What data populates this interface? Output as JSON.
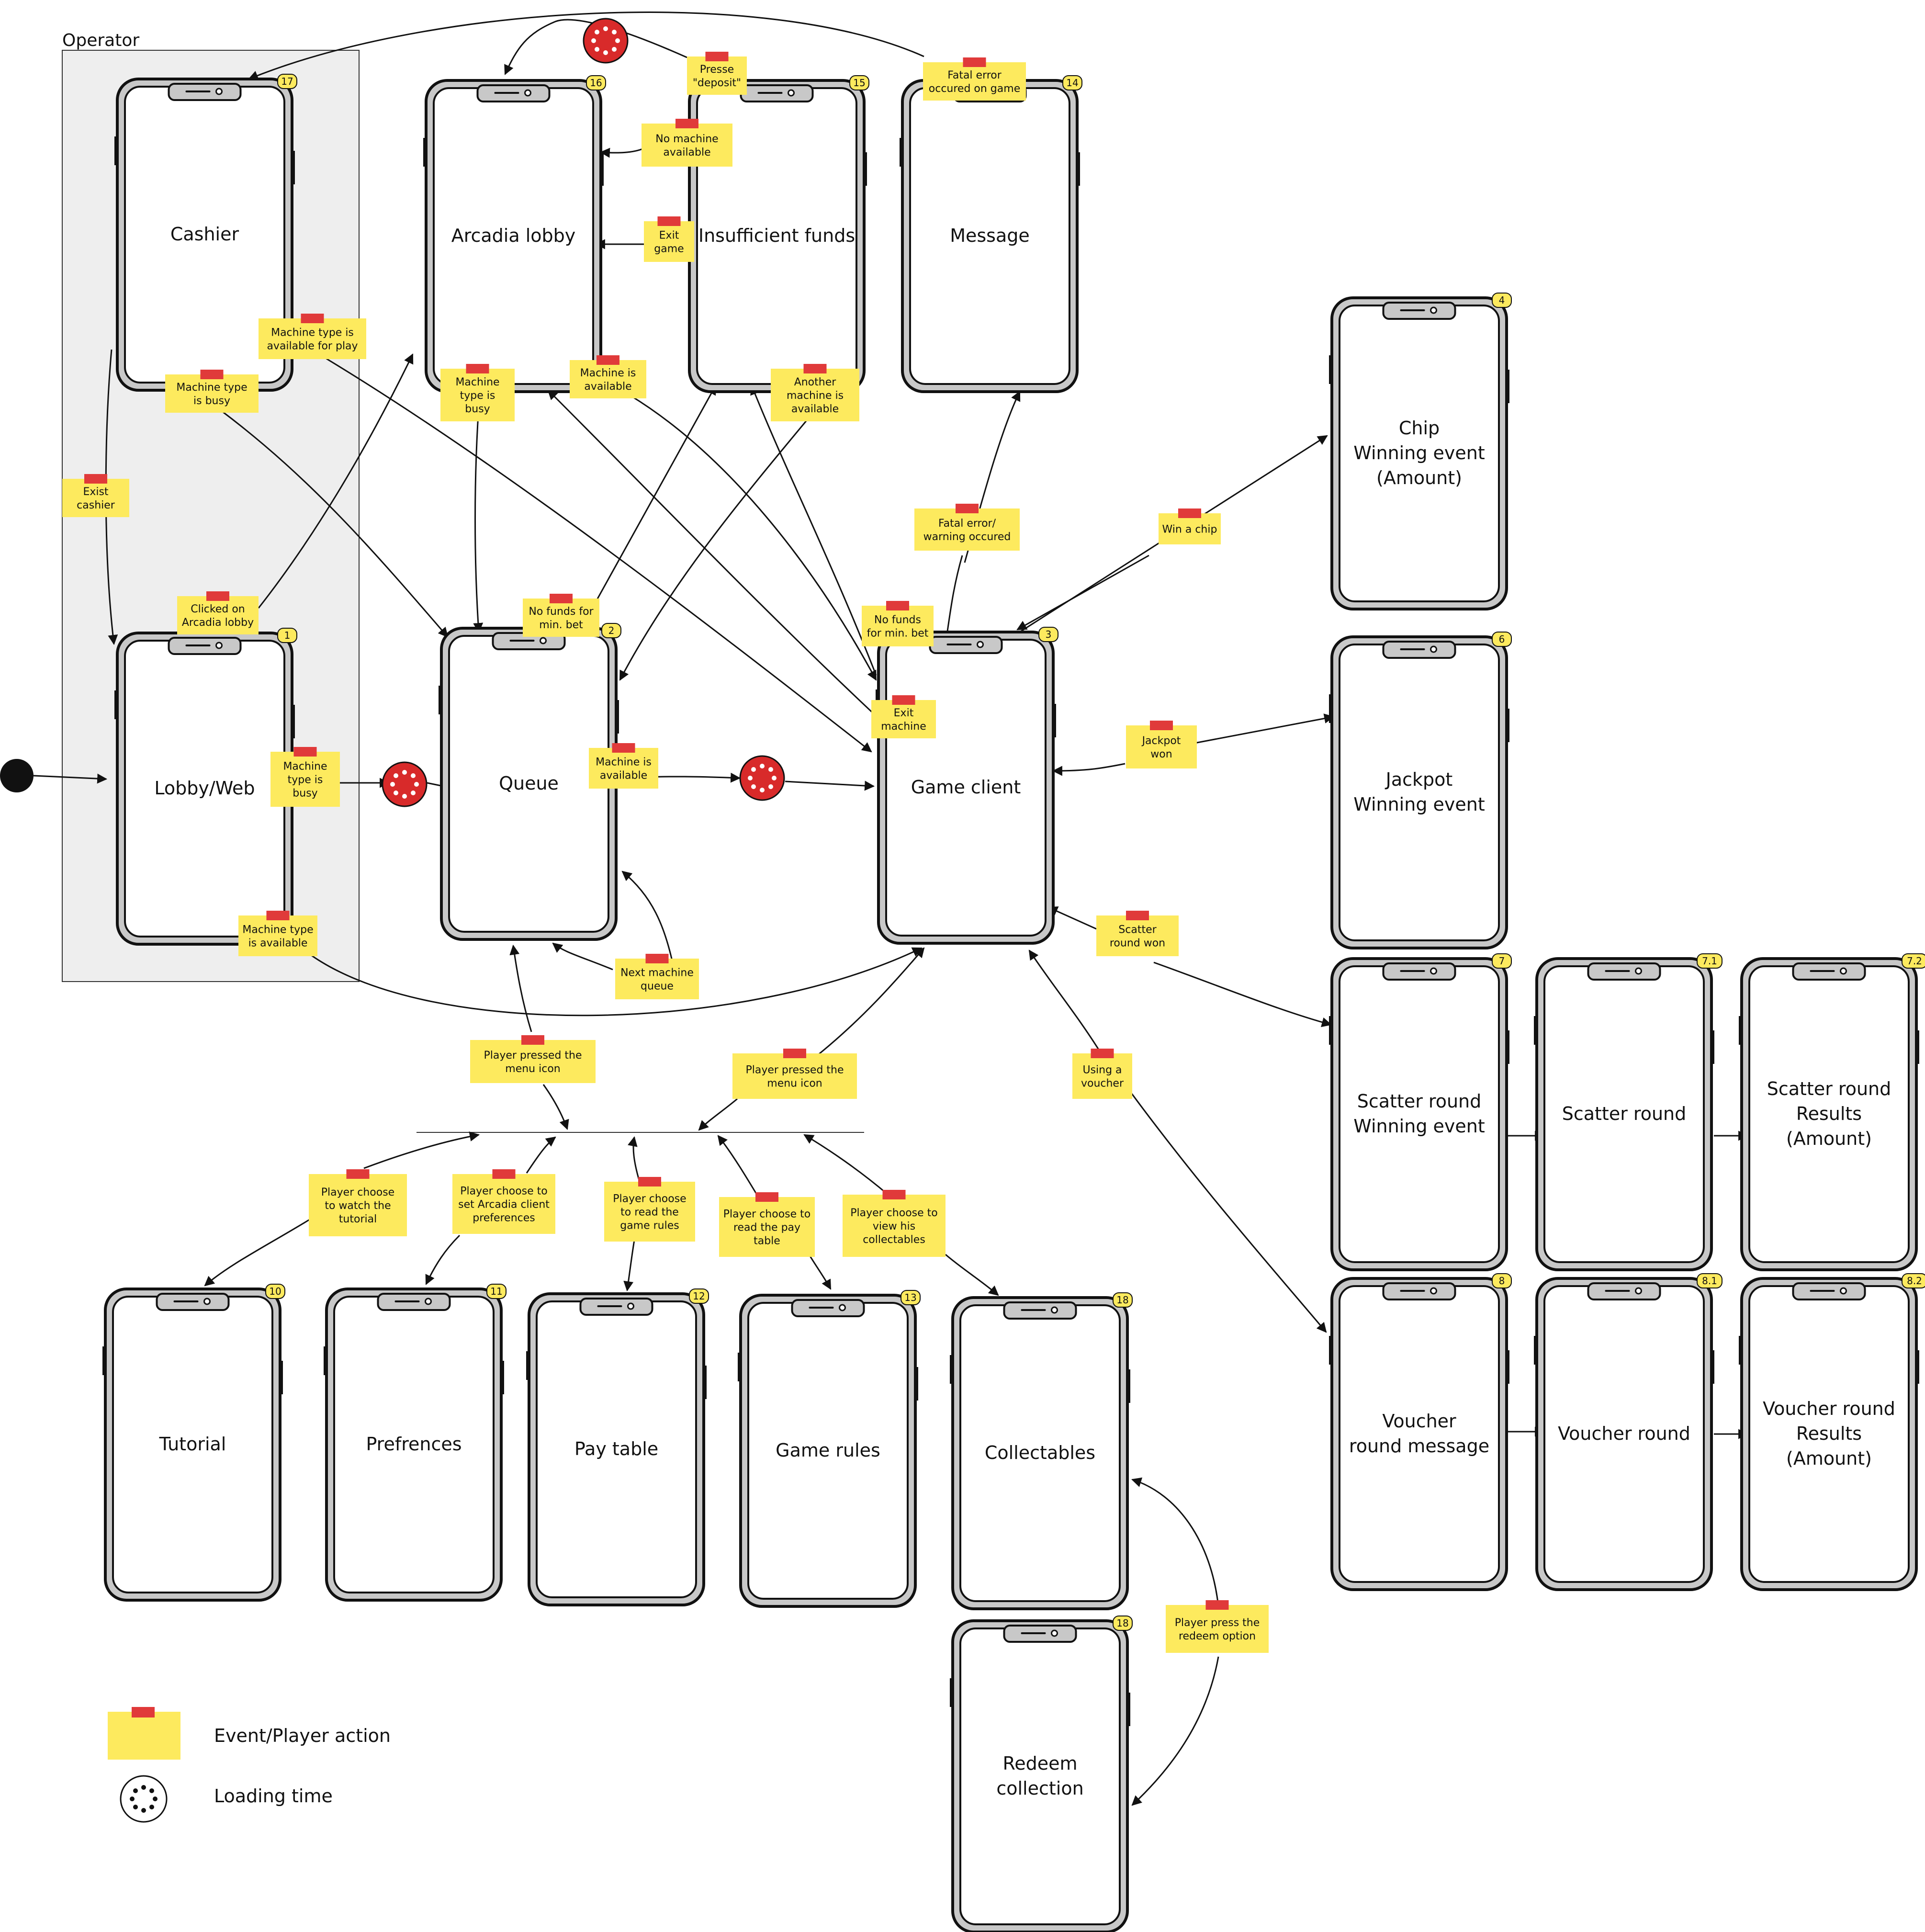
{
  "operator_label": "Operator",
  "colors": {
    "note": "#fdea5e",
    "tape": "#e03a3a",
    "loader": "#d82a2a",
    "phone_body": "#c8c8c8",
    "panel": "#eeeeee"
  },
  "phones": [
    {
      "id": "cashier",
      "badge": "17",
      "lines": [
        "Cashier"
      ]
    },
    {
      "id": "arcadia-lobby",
      "badge": "16",
      "lines": [
        "Arcadia lobby"
      ]
    },
    {
      "id": "insufficient-funds",
      "badge": "15",
      "lines": [
        "Insufficient funds"
      ]
    },
    {
      "id": "message",
      "badge": "14",
      "lines": [
        "Message"
      ]
    },
    {
      "id": "chip-winning",
      "badge": "4",
      "lines": [
        "Chip",
        "Winning event",
        "(Amount)"
      ]
    },
    {
      "id": "lobby-web",
      "badge": "1",
      "lines": [
        "Lobby/Web"
      ]
    },
    {
      "id": "queue",
      "badge": "2",
      "lines": [
        "Queue"
      ]
    },
    {
      "id": "game-client",
      "badge": "3",
      "lines": [
        "Game client"
      ]
    },
    {
      "id": "jackpot-winning",
      "badge": "6",
      "lines": [
        "Jackpot",
        "Winning event"
      ]
    },
    {
      "id": "scatter-winning",
      "badge": "7",
      "lines": [
        "Scatter round",
        "Winning event"
      ]
    },
    {
      "id": "scatter-round",
      "badge": "7.1",
      "lines": [
        "Scatter round"
      ]
    },
    {
      "id": "scatter-results",
      "badge": "7.2",
      "lines": [
        "Scatter round",
        "Results",
        "(Amount)"
      ]
    },
    {
      "id": "voucher-message",
      "badge": "8",
      "lines": [
        "Voucher",
        "round message"
      ]
    },
    {
      "id": "voucher-round",
      "badge": "8.1",
      "lines": [
        "Voucher round"
      ]
    },
    {
      "id": "voucher-results",
      "badge": "8.2",
      "lines": [
        "Voucher round",
        "Results",
        "(Amount)"
      ]
    },
    {
      "id": "tutorial",
      "badge": "10",
      "lines": [
        "Tutorial"
      ]
    },
    {
      "id": "preferences",
      "badge": "11",
      "lines": [
        "Prefrences"
      ]
    },
    {
      "id": "pay-table",
      "badge": "12",
      "lines": [
        "Pay table"
      ]
    },
    {
      "id": "game-rules",
      "badge": "13",
      "lines": [
        "Game rules"
      ]
    },
    {
      "id": "collectables",
      "badge": "18",
      "lines": [
        "Collectables"
      ]
    },
    {
      "id": "redeem-collection",
      "badge": "18",
      "lines": [
        "Redeem",
        "collection"
      ]
    }
  ],
  "notes": [
    {
      "id": "exist-cashier",
      "lines": [
        "Exist",
        "cashier"
      ]
    },
    {
      "id": "machine-type-busy-cashier",
      "lines": [
        "Machine type",
        "is busy"
      ]
    },
    {
      "id": "machine-type-available-cashier",
      "lines": [
        "Machine type is",
        "available for play"
      ]
    },
    {
      "id": "presse-deposit",
      "lines": [
        "Presse",
        "\"deposit\""
      ]
    },
    {
      "id": "fatal-error-game",
      "lines": [
        "Fatal error",
        "occured on game"
      ]
    },
    {
      "id": "no-machine-available",
      "lines": [
        "No machine",
        "available"
      ]
    },
    {
      "id": "exit-game",
      "lines": [
        "Exit",
        "game"
      ]
    },
    {
      "id": "machine-type-busy-lobby",
      "lines": [
        "Machine",
        "type is",
        "busy"
      ]
    },
    {
      "id": "machine-is-available-lobby",
      "lines": [
        "Machine is",
        "available"
      ]
    },
    {
      "id": "another-machine-available",
      "lines": [
        "Another",
        "machine is",
        "available"
      ]
    },
    {
      "id": "fatal-warning-occured",
      "lines": [
        "Fatal error/",
        "warning occured"
      ]
    },
    {
      "id": "win-a-chip",
      "lines": [
        "Win a chip"
      ]
    },
    {
      "id": "clicked-arcadia-lobby",
      "lines": [
        "Clicked on",
        "Arcadia lobby"
      ]
    },
    {
      "id": "no-funds-queue",
      "lines": [
        "No funds for",
        "min. bet"
      ]
    },
    {
      "id": "no-funds-game",
      "lines": [
        "No funds",
        "for min. bet"
      ]
    },
    {
      "id": "exit-machine",
      "lines": [
        "Exit",
        "machine"
      ]
    },
    {
      "id": "machine-type-busy-web",
      "lines": [
        "Machine",
        "type is",
        "busy"
      ]
    },
    {
      "id": "machine-is-available-queue",
      "lines": [
        "Machine is",
        "available"
      ]
    },
    {
      "id": "jackpot-won",
      "lines": [
        "Jackpot",
        "won"
      ]
    },
    {
      "id": "machine-type-available-web",
      "lines": [
        "Machine type",
        "is available"
      ]
    },
    {
      "id": "next-machine-queue",
      "lines": [
        "Next machine",
        "queue"
      ]
    },
    {
      "id": "scatter-round-won",
      "lines": [
        "Scatter",
        "round won"
      ]
    },
    {
      "id": "menu-icon-queue",
      "lines": [
        "Player pressed the",
        "menu icon"
      ]
    },
    {
      "id": "menu-icon-game",
      "lines": [
        "Player pressed the",
        "menu icon"
      ]
    },
    {
      "id": "using-voucher",
      "lines": [
        "Using a",
        "voucher"
      ]
    },
    {
      "id": "watch-tutorial",
      "lines": [
        "Player choose",
        "to watch the",
        "tutorial"
      ]
    },
    {
      "id": "set-preferences",
      "lines": [
        "Player choose to",
        "set Arcadia client",
        "preferences"
      ]
    },
    {
      "id": "read-game-rules",
      "lines": [
        "Player choose",
        "to read the",
        "game rules"
      ]
    },
    {
      "id": "read-pay-table",
      "lines": [
        "Player choose to",
        "read the pay",
        "table"
      ]
    },
    {
      "id": "view-collectables",
      "lines": [
        "Player choose to",
        "view his",
        "collectables"
      ]
    },
    {
      "id": "press-redeem",
      "lines": [
        "Player press the",
        "redeem option"
      ]
    }
  ],
  "legend": {
    "event_label": "Event/Player action",
    "loading_label": "Loading time"
  }
}
